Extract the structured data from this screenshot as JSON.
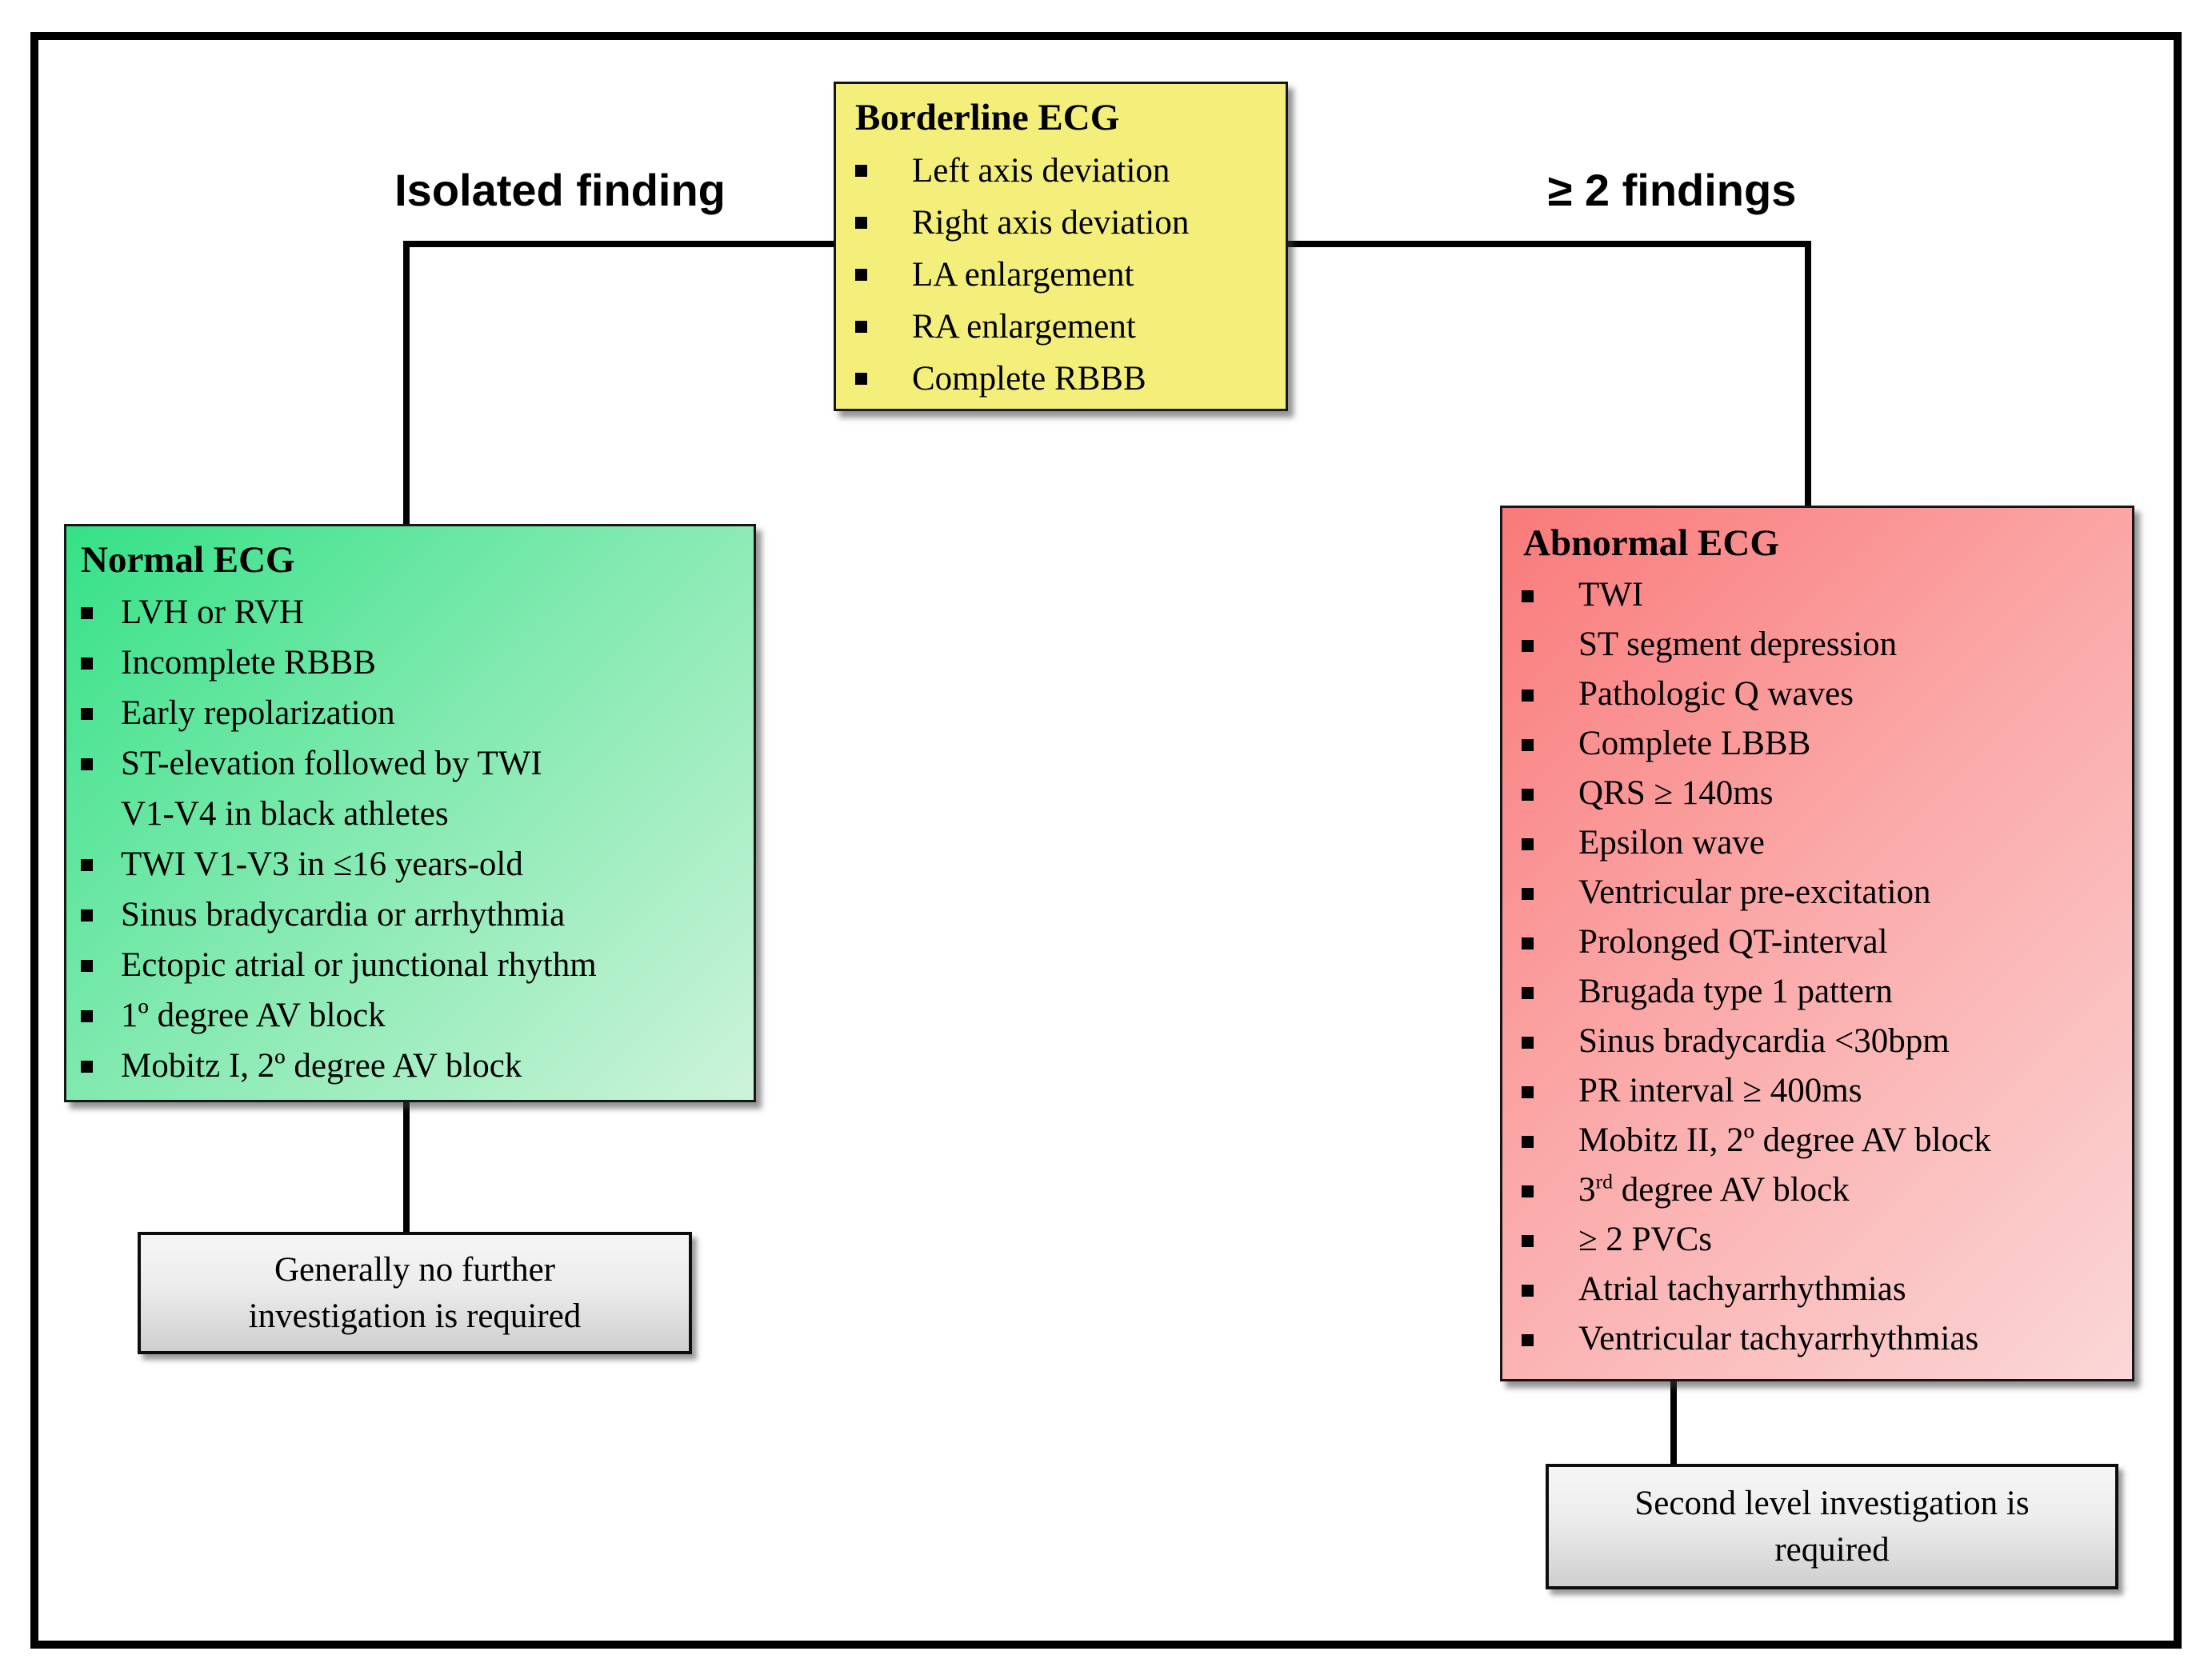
{
  "diagram": {
    "branch_labels": {
      "left": "Isolated finding",
      "right": "≥ 2 findings"
    },
    "boxes": {
      "borderline": {
        "title": "Borderline ECG",
        "items": [
          "Left axis deviation",
          "Right axis deviation",
          "LA enlargement",
          "RA enlargement",
          "Complete RBBB"
        ]
      },
      "normal": {
        "title": "Normal ECG",
        "items": [
          "LVH or RVH",
          "Incomplete RBBB",
          "Early repolarization",
          "ST-elevation followed by TWI\nV1-V4 in black athletes",
          "TWI V1-V3 in ≤16 years-old",
          "Sinus bradycardia or arrhythmia",
          "Ectopic atrial or junctional rhythm",
          "1º degree AV block",
          "Mobitz I, 2º degree AV block"
        ]
      },
      "abnormal": {
        "title": "Abnormal ECG",
        "items": [
          "TWI",
          "ST segment depression",
          "Pathologic Q waves",
          "Complete LBBB",
          "QRS ≥ 140ms",
          "Epsilon wave",
          "Ventricular pre-excitation",
          "Prolonged QT-interval",
          "Brugada type 1 pattern",
          "Sinus bradycardia <30bpm",
          "PR interval ≥ 400ms",
          "Mobitz II, 2º degree AV block",
          "3^{rd} degree AV block",
          "≥ 2 PVCs",
          "Atrial tachyarrhythmias",
          "Ventricular tachyarrhythmias"
        ]
      },
      "normal_outcome": {
        "text": "Generally no further\ninvestigation is required"
      },
      "abnormal_outcome": {
        "text": "Second level investigation is\nrequired"
      }
    },
    "colors": {
      "borderline_fill": "#f3ef7a",
      "normal_fill_start": "#35e187",
      "normal_fill_end": "#cdf3da",
      "abnormal_fill_start": "#f97a7a",
      "abnormal_fill_end": "#fbd7d7",
      "outcome_fill_start": "#f6f6f6",
      "outcome_fill_end": "#cfcfcf",
      "line": "#000000"
    }
  }
}
